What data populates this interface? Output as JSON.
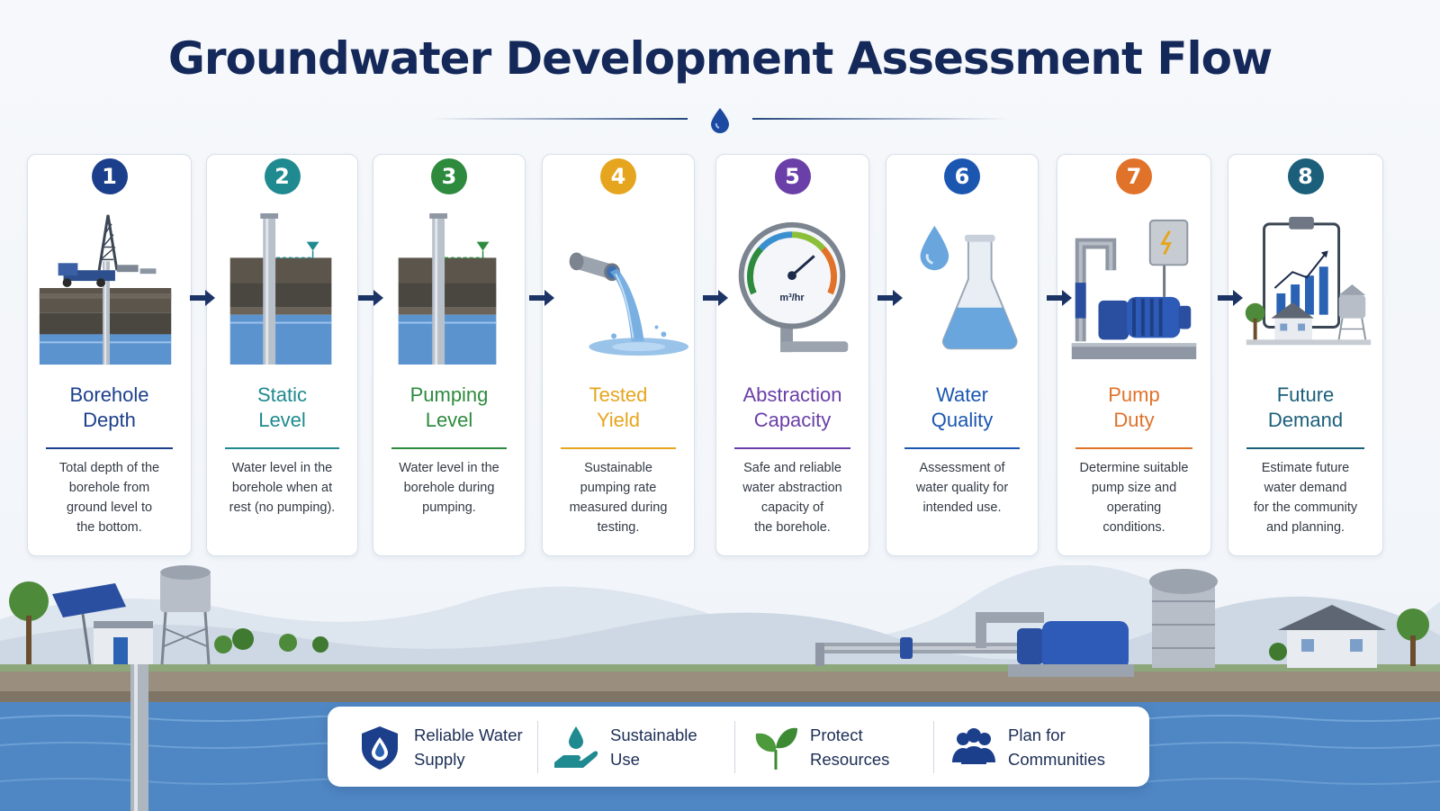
{
  "title": "Groundwater Development Assessment Flow",
  "steps": [
    {
      "number": "1",
      "line1": "Borehole",
      "line2": "Depth",
      "color": "#1c3f8c",
      "desc": [
        "Total depth of the",
        "borehole from",
        "ground level to",
        "the bottom."
      ],
      "icon": "drilling-rig-icon"
    },
    {
      "number": "2",
      "line1": "Static",
      "line2": "Level",
      "color": "#1f8a8f",
      "desc": [
        "Water level in the",
        "borehole when at",
        "rest (no pumping)."
      ],
      "icon": "static-level-icon"
    },
    {
      "number": "3",
      "line1": "Pumping",
      "line2": "Level",
      "color": "#2e8b3e",
      "desc": [
        "Water level in the",
        "borehole during",
        "pumping."
      ],
      "icon": "pumping-level-icon"
    },
    {
      "number": "4",
      "line1": "Tested",
      "line2": "Yield",
      "color": "#e6a51e",
      "desc": [
        "Sustainable",
        "pumping rate",
        "measured during",
        "testing."
      ],
      "icon": "pipe-flow-icon"
    },
    {
      "number": "5",
      "line1": "Abstraction",
      "line2": "Capacity",
      "color": "#6a3fa8",
      "desc": [
        "Safe and reliable",
        "water abstraction",
        "capacity of",
        "the borehole."
      ],
      "icon": "flow-gauge-icon",
      "gauge_unit": "m³/hr"
    },
    {
      "number": "6",
      "line1": "Water",
      "line2": "Quality",
      "color": "#1b57b0",
      "desc": [
        "Assessment of",
        "water quality for",
        "intended use."
      ],
      "icon": "flask-icon"
    },
    {
      "number": "7",
      "line1": "Pump",
      "line2": "Duty",
      "color": "#e0722a",
      "desc": [
        "Determine suitable",
        "pump size and",
        "operating",
        "conditions."
      ],
      "icon": "pump-icon"
    },
    {
      "number": "8",
      "line1": "Future",
      "line2": "Demand",
      "color": "#1b5f7a",
      "desc": [
        "Estimate future",
        "water demand",
        "for the community",
        "and planning."
      ],
      "icon": "planning-chart-icon"
    }
  ],
  "benefits": [
    {
      "line1": "Reliable Water",
      "line2": "Supply",
      "icon": "shield-drop-icon"
    },
    {
      "line1": "Sustainable",
      "line2": "Use",
      "icon": "hand-drop-icon"
    },
    {
      "line1": "Protect",
      "line2": "Resources",
      "icon": "leaf-icon"
    },
    {
      "line1": "Plan for",
      "line2": "Communities",
      "icon": "people-icon"
    }
  ],
  "colors": {
    "title": "#14295a",
    "water": "#4f87c4",
    "soil": "#5a5650",
    "arrow": "#1c3366",
    "banner_icon": "#1c3f8c"
  }
}
